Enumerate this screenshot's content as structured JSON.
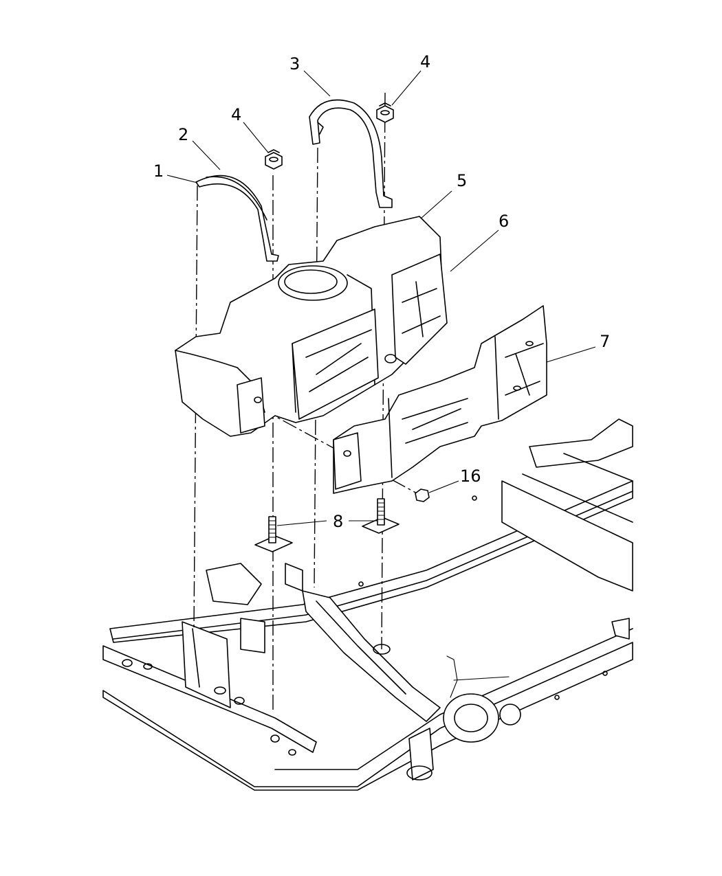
{
  "callouts": [
    {
      "id": "c1",
      "label": "1"
    },
    {
      "id": "c2",
      "label": "2"
    },
    {
      "id": "c3",
      "label": "3"
    },
    {
      "id": "c4a",
      "label": "4"
    },
    {
      "id": "c4b",
      "label": "4"
    },
    {
      "id": "c5",
      "label": "5"
    },
    {
      "id": "c6",
      "label": "6"
    },
    {
      "id": "c7",
      "label": "7"
    },
    {
      "id": "c8",
      "label": "8"
    },
    {
      "id": "c16",
      "label": "16"
    }
  ]
}
